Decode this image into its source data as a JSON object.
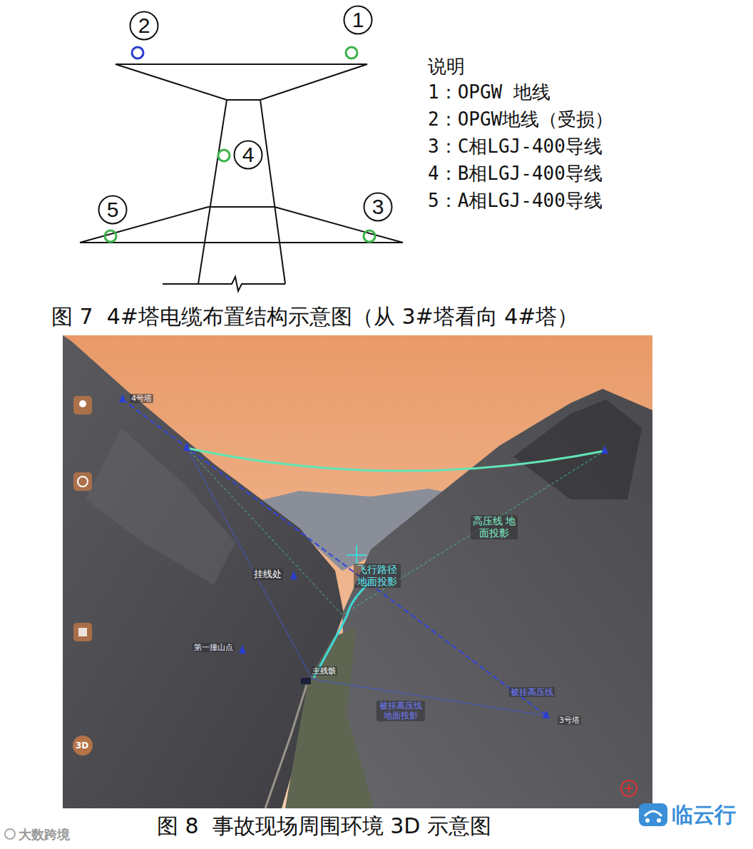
{
  "diagram": {
    "nodes": [
      {
        "text": [
          "2"
        ]
      },
      {
        "text": [
          "1"
        ]
      },
      {
        "text": [
          "4"
        ]
      },
      {
        "text": [
          "5"
        ]
      },
      {
        "text": [
          "3"
        ]
      }
    ],
    "labels": [
      "说明",
      "1：OPGW 地线",
      "2：OPGW地线（受损）",
      "3：C相LGJ-400导线",
      "4：B相LGJ-400导线",
      "5：A相LGJ-400导线",
      "图 7  4#塔电缆布置结构示意图（从 3#塔看向 4#塔）",
      "4号塔",
      "挂线处",
      "高压线 地面投影",
      "飞行路径 地面投影",
      "第一撞山点",
      "主残骸",
      "被挂高压线",
      "被挂高压线 地面投影",
      "3号塔",
      "3D",
      "图 8  事故现场周围环境 3D 示意图",
      "大数跨境",
      "临云行"
    ]
  }
}
